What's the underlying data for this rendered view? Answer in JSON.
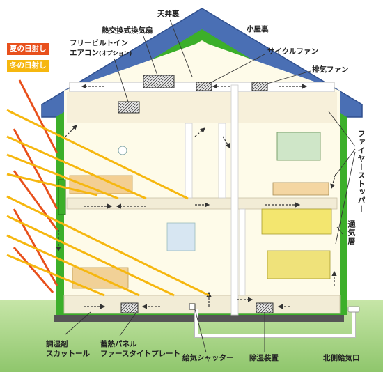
{
  "legend": {
    "summer_sun": "夏の日射し",
    "winter_sun": "冬の日射し",
    "summer_color": "#e8501c",
    "winter_color": "#f6b70f"
  },
  "labels": {
    "ceiling_space": "天井裏",
    "heat_exchange_fan": "熱交換式換気扇",
    "built_in_ac_line1": "フリービルトイン",
    "built_in_ac_line2": "エアコン",
    "built_in_ac_option": "(オプション)",
    "attic": "小屋裏",
    "cycle_fan": "サイクルファン",
    "exhaust_fan": "排気ファン",
    "fire_stopper": "ファイヤーストッパー",
    "ventilation_layer": "通気層",
    "humidity_agent_line1": "調湿剤",
    "humidity_agent_line2": "スカットール",
    "thermal_panel_line1": "蓄熱パネル",
    "thermal_panel_line2": "ファースタイトプレート",
    "intake_shutter": "給気シャッター",
    "dehumidifier": "除湿装置",
    "north_intake": "北側給気口"
  },
  "colors": {
    "roof": "#4a6fb4",
    "wall_green": "#3caf2a",
    "ground": "#a9d58a",
    "interior": "#fefbe9",
    "duct": "#f5f5f5"
  }
}
